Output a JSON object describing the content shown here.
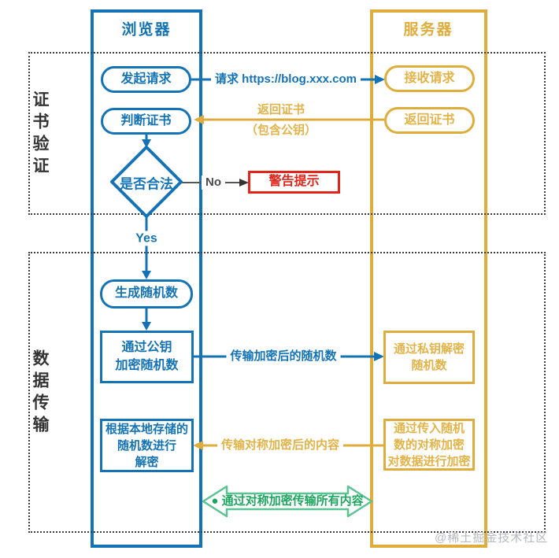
{
  "lanes": {
    "browser": {
      "title": "浏览器",
      "color": "#1473b5"
    },
    "server": {
      "title": "服务器",
      "color": "#dfad3c"
    }
  },
  "sections": {
    "cert_verify": {
      "label": "证书验证"
    },
    "data_transfer": {
      "label": "数据传输"
    }
  },
  "nodes": {
    "initiate_request": {
      "label": "发起请求"
    },
    "judge_cert": {
      "label": "判断证书"
    },
    "is_valid": {
      "label": "是否合法"
    },
    "warning": {
      "label": "警告提示"
    },
    "gen_random": {
      "label": "生成随机数"
    },
    "pubkey_encrypt": {
      "label": "通过公钥\n加密随机数"
    },
    "local_decrypt": {
      "label": "根据本地存储的\n随机数进行\n解密"
    },
    "receive_request": {
      "label": "接收请求"
    },
    "return_cert": {
      "label": "返回证书"
    },
    "privkey_decrypt": {
      "label": "通过私钥解密\n随机数"
    },
    "symmetric_encrypt": {
      "label": "通过传入随机\n数的对称加密\n对数据进行加密"
    }
  },
  "edges": {
    "request_url": {
      "label": "请求 https://blog.xxx.com"
    },
    "return_cert": {
      "label_line1": "返回证书",
      "label_line2": "（包含公钥）"
    },
    "no_branch": {
      "label": "No"
    },
    "yes_branch": {
      "label": "Yes"
    },
    "transmit_encrypted_random": {
      "label": "传输加密后的随机数"
    },
    "transmit_symmetric_content": {
      "label": "传输对称加密后的内容"
    },
    "symmetric_channel": {
      "label": "● 通过对称加密传输所有内容"
    }
  },
  "watermark": {
    "label": "@稀土掘金技术社区"
  },
  "colors": {
    "blue": "#1473b5",
    "yellow": "#dfad3c",
    "red": "#e1251b",
    "green_text": "#1ea55f",
    "green_outline": "#5bc292",
    "gray": "#4a4a4a"
  }
}
